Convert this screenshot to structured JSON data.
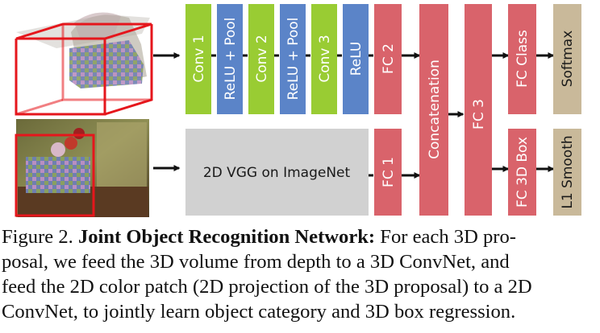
{
  "diagram": {
    "nodes": {
      "conv1": "Conv 1",
      "relu_pool_1": "ReLU + Pool",
      "conv2": "Conv 2",
      "relu_pool_2": "ReLU + Pool",
      "conv3": "Conv 3",
      "relu": "ReLU",
      "fc2": "FC 2",
      "concatenation": "Concatenation",
      "fc3": "FC 3",
      "fc_class": "FC Class",
      "softmax": "Softmax",
      "vgg": "2D VGG on ImageNet",
      "fc1": "FC 1",
      "fc_3d_box": "FC 3D Box",
      "l1_smooth": "L1 Smooth"
    },
    "colors": {
      "conv": "#99cc33",
      "relu_pool": "#5b84c8",
      "fc": "#d9636b",
      "output": "#c9b99a",
      "vgg": "#d1d1d1"
    }
  },
  "caption": {
    "line1_prefix": "Figure 2. ",
    "line1_bold": "Joint Object Recognition Network:",
    "line1_rest": " For each 3D pro-",
    "line2": "posal, we feed the 3D volume from depth to a 3D ConvNet, and",
    "line3": "feed the 2D color patch (2D projection of the 3D proposal) to a 2D",
    "line4": "ConvNet, to jointly learn object category and 3D box regression."
  }
}
